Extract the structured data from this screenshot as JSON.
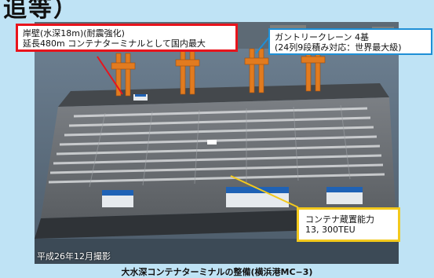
{
  "heading_fragment": "追等）",
  "photo": {
    "date_label": "平成26年12月撮影"
  },
  "callouts": {
    "berth": {
      "line1": "岸壁(水深18m)(耐震強化)",
      "line2": "延長480m  コンテナターミナルとして国内最大"
    },
    "cranes": {
      "line1": "ガントリークレーン  4基",
      "line2": "(24列9段積み対応：世界最大級)"
    },
    "capacity": {
      "line1": "コンテナ蔵置能力",
      "line2": "13, 300TEU"
    }
  },
  "caption": "大水深コンテナターミナルの整備(横浜港MC−3)",
  "colors": {
    "background": "#bfe3f5",
    "berth_border": "#e8141c",
    "cranes_border": "#1f8fd6",
    "capacity_border": "#f3c91c"
  }
}
